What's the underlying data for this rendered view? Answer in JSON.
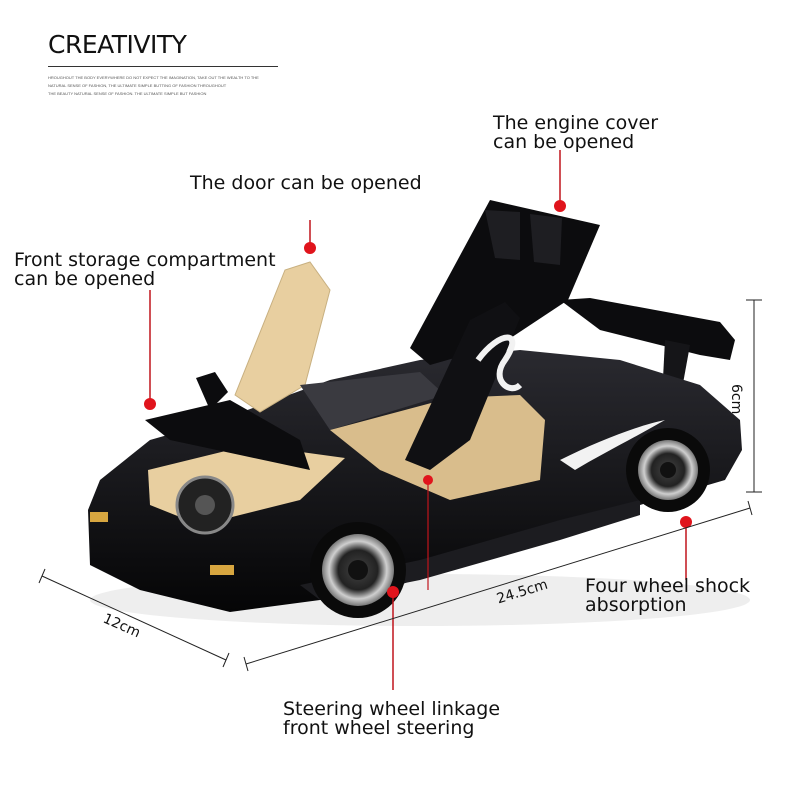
{
  "heading": "CREATIVITY",
  "fine_print": [
    "HROUGHOUT THE BODY EVERYWHERE DO NOT EXPECT THE IMAGINATION, TAKE OUT THE WEALTH TO THE",
    "NATURAL SENSE OF FASHION, THE ULTIMATE SIMPLE BUTTING OF FASHION THROUGHOUT",
    "THE BEAUTY NATURAL SENSE OF FASHION. THE ULTIMATE SIMPLE BUT FASHION"
  ],
  "features": {
    "engine_cover": [
      "The engine cover",
      "can be opened"
    ],
    "door": [
      "The door can be opened"
    ],
    "front_storage": [
      "Front storage compartment",
      "can be opened"
    ],
    "shock": [
      "Four wheel shock",
      "absorption"
    ],
    "steering": [
      "Steering wheel linkage",
      "front wheel steering"
    ]
  },
  "dimensions": {
    "height": "6cm",
    "length": "24.5cm",
    "width": "12cm"
  },
  "colors": {
    "car_body": "#0c0c0e",
    "interior": "#e8cfa0",
    "marker": "#e0141c",
    "pin": "#c0141c",
    "rim": "#b8b8b8",
    "decal": "#f2f2f2"
  }
}
